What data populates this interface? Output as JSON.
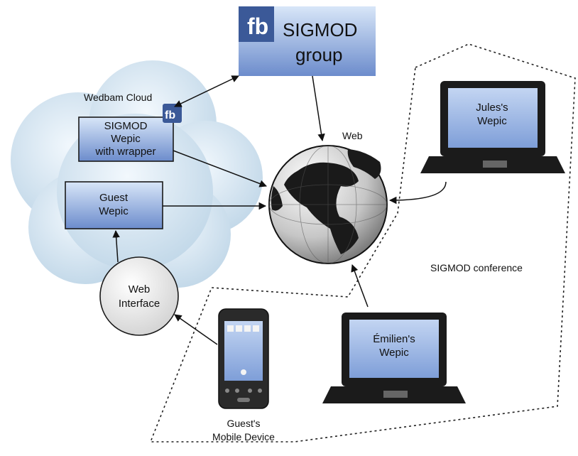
{
  "facebook_group": {
    "logo": "fb",
    "line1": "SIGMOD",
    "line2": "group",
    "color": "#3b5998"
  },
  "cloud": {
    "label": "Wedbam Cloud"
  },
  "sigmod_wepic": {
    "badge": "fb",
    "line1": "SIGMOD",
    "line2": "Wepic",
    "line3": "with wrapper"
  },
  "guest_wepic": {
    "line1": "Guest",
    "line2": "Wepic"
  },
  "web_interface": {
    "line1": "Web",
    "line2": "Interface"
  },
  "web": {
    "label": "Web"
  },
  "conference": {
    "label": "SIGMOD conference"
  },
  "jules_laptop": {
    "line1": "Jules's",
    "line2": "Wepic"
  },
  "emilien_laptop": {
    "line1": "Émilien's",
    "line2": "Wepic"
  },
  "mobile": {
    "line1": "Guest's",
    "line2": "Mobile Device"
  },
  "colors": {
    "box_fill_top": "#cfe0f5",
    "box_fill_bottom": "#6f8fcf",
    "laptop_screen": "#9fb8e6",
    "laptop_body": "#1b1b1b"
  }
}
